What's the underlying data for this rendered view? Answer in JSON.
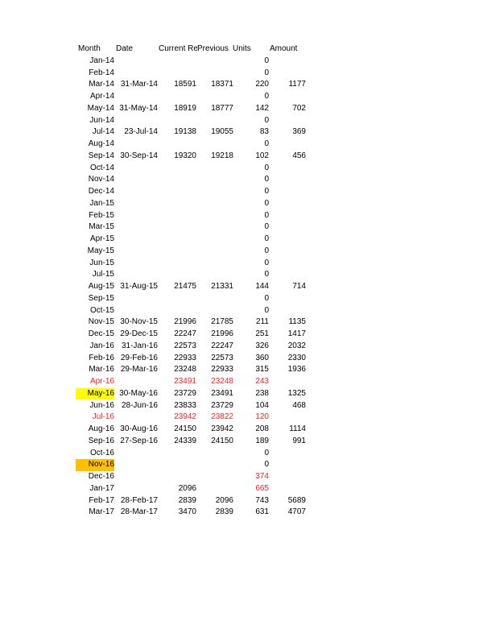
{
  "headers": {
    "month": "Month",
    "date": "Date",
    "current": "Current Re",
    "previous": "Previous",
    "units": "Units",
    "amount": "Amount"
  },
  "rows": [
    {
      "month": "Jan-14",
      "date": "",
      "current": "",
      "previous": "",
      "units": "0",
      "amount": ""
    },
    {
      "month": "Feb-14",
      "date": "",
      "current": "",
      "previous": "",
      "units": "0",
      "amount": ""
    },
    {
      "month": "Mar-14",
      "date": "31-Mar-14",
      "current": "18591",
      "previous": "18371",
      "units": "220",
      "amount": "1177"
    },
    {
      "month": "Apr-14",
      "date": "",
      "current": "",
      "previous": "",
      "units": "0",
      "amount": ""
    },
    {
      "month": "May-14",
      "date": "31-May-14",
      "current": "18919",
      "previous": "18777",
      "units": "142",
      "amount": "702"
    },
    {
      "month": "Jun-14",
      "date": "",
      "current": "",
      "previous": "",
      "units": "0",
      "amount": ""
    },
    {
      "month": "Jul-14",
      "date": "23-Jul-14",
      "current": "19138",
      "previous": "19055",
      "units": "83",
      "amount": "369"
    },
    {
      "month": "Aug-14",
      "date": "",
      "current": "",
      "previous": "",
      "units": "0",
      "amount": ""
    },
    {
      "month": "Sep-14",
      "date": "30-Sep-14",
      "current": "19320",
      "previous": "19218",
      "units": "102",
      "amount": "456"
    },
    {
      "month": "Oct-14",
      "date": "",
      "current": "",
      "previous": "",
      "units": "0",
      "amount": ""
    },
    {
      "month": "Nov-14",
      "date": "",
      "current": "",
      "previous": "",
      "units": "0",
      "amount": ""
    },
    {
      "month": "Dec-14",
      "date": "",
      "current": "",
      "previous": "",
      "units": "0",
      "amount": ""
    },
    {
      "month": "Jan-15",
      "date": "",
      "current": "",
      "previous": "",
      "units": "0",
      "amount": ""
    },
    {
      "month": "Feb-15",
      "date": "",
      "current": "",
      "previous": "",
      "units": "0",
      "amount": ""
    },
    {
      "month": "Mar-15",
      "date": "",
      "current": "",
      "previous": "",
      "units": "0",
      "amount": ""
    },
    {
      "month": "Apr-15",
      "date": "",
      "current": "",
      "previous": "",
      "units": "0",
      "amount": ""
    },
    {
      "month": "May-15",
      "date": "",
      "current": "",
      "previous": "",
      "units": "0",
      "amount": ""
    },
    {
      "month": "Jun-15",
      "date": "",
      "current": "",
      "previous": "",
      "units": "0",
      "amount": ""
    },
    {
      "month": "Jul-15",
      "date": "",
      "current": "",
      "previous": "",
      "units": "0",
      "amount": ""
    },
    {
      "month": "Aug-15",
      "date": "31-Aug-15",
      "current": "21475",
      "previous": "21331",
      "units": "144",
      "amount": "714"
    },
    {
      "month": "Sep-15",
      "date": "",
      "current": "",
      "previous": "",
      "units": "0",
      "amount": ""
    },
    {
      "month": "Oct-15",
      "date": "",
      "current": "",
      "previous": "",
      "units": "0",
      "amount": ""
    },
    {
      "month": "Nov-15",
      "date": "30-Nov-15",
      "current": "21996",
      "previous": "21785",
      "units": "211",
      "amount": "1135"
    },
    {
      "month": "Dec-15",
      "date": "29-Dec-15",
      "current": "22247",
      "previous": "21996",
      "units": "251",
      "amount": "1417"
    },
    {
      "month": "Jan-16",
      "date": "31-Jan-16",
      "current": "22573",
      "previous": "22247",
      "units": "326",
      "amount": "2032"
    },
    {
      "month": "Feb-16",
      "date": "29-Feb-16",
      "current": "22933",
      "previous": "22573",
      "units": "360",
      "amount": "2330"
    },
    {
      "month": "Mar-16",
      "date": "29-Mar-16",
      "current": "23248",
      "previous": "22933",
      "units": "315",
      "amount": "1936"
    },
    {
      "month": "Apr-16",
      "date": "",
      "current": "23491",
      "previous": "23248",
      "units": "243",
      "amount": ""
    },
    {
      "month": "May-16",
      "date": "30-May-16",
      "current": "23729",
      "previous": "23491",
      "units": "238",
      "amount": "1325"
    },
    {
      "month": "Jun-16",
      "date": "28-Jun-16",
      "current": "23833",
      "previous": "23729",
      "units": "104",
      "amount": "468"
    },
    {
      "month": "Jul-16",
      "date": "",
      "current": "23942",
      "previous": "23822",
      "units": "120",
      "amount": ""
    },
    {
      "month": "Aug-16",
      "date": "30-Aug-16",
      "current": "24150",
      "previous": "23942",
      "units": "208",
      "amount": "1114"
    },
    {
      "month": "Sep-16",
      "date": "27-Sep-16",
      "current": "24339",
      "previous": "24150",
      "units": "189",
      "amount": "991"
    },
    {
      "month": "Oct-16",
      "date": "",
      "current": "",
      "previous": "",
      "units": "0",
      "amount": ""
    },
    {
      "month": "Nov-16",
      "date": "",
      "current": "",
      "previous": "",
      "units": "0",
      "amount": ""
    },
    {
      "month": "Dec-16",
      "date": "",
      "current": "",
      "previous": "",
      "units": "374",
      "amount": ""
    },
    {
      "month": "Jan-17",
      "date": "",
      "current": "2096",
      "previous": "",
      "units": "665",
      "amount": ""
    },
    {
      "month": "Feb-17",
      "date": "28-Feb-17",
      "current": "2839",
      "previous": "2096",
      "units": "743",
      "amount": "5689"
    },
    {
      "month": "Mar-17",
      "date": "28-Mar-17",
      "current": "3470",
      "previous": "2839",
      "units": "631",
      "amount": "4707"
    }
  ],
  "styles": {
    "red_rows": [
      27,
      30
    ],
    "red_units_only": [
      35,
      36
    ],
    "yellow_month": [
      28
    ],
    "orange_month": [
      34
    ],
    "colors": {
      "red": "#ff2020",
      "yellow": "#ffff00",
      "orange": "#ffc000"
    }
  }
}
